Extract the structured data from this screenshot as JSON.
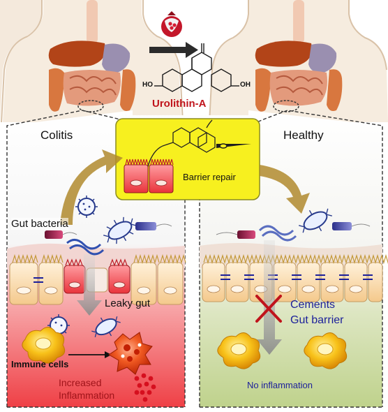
{
  "compound": {
    "name": "Urolithin-A",
    "substituent_left": "HO",
    "substituent_right": "OH"
  },
  "panels": {
    "left": {
      "title": "Colitis"
    },
    "right": {
      "title": "Healthy"
    }
  },
  "callout": {
    "label": "Barrier repair"
  },
  "labels": {
    "gut_bacteria": "Gut bacteria",
    "leaky_gut": "Leaky gut",
    "immune_cells": "Immune cells",
    "increased_inflammation": [
      "Increased",
      "Inflammation"
    ],
    "cements_gut_barrier": [
      "Cements",
      "Gut barrier"
    ],
    "no_inflammation": "No inflammation"
  },
  "colors": {
    "compound_red": "#c0141c",
    "callout_yellow": "#f7f01f",
    "inflamed_red": "#f04a50",
    "healthy_green": "#c9d89a",
    "blue_text": "#1b1f9a",
    "arrow_gold": "#b08a2e"
  }
}
